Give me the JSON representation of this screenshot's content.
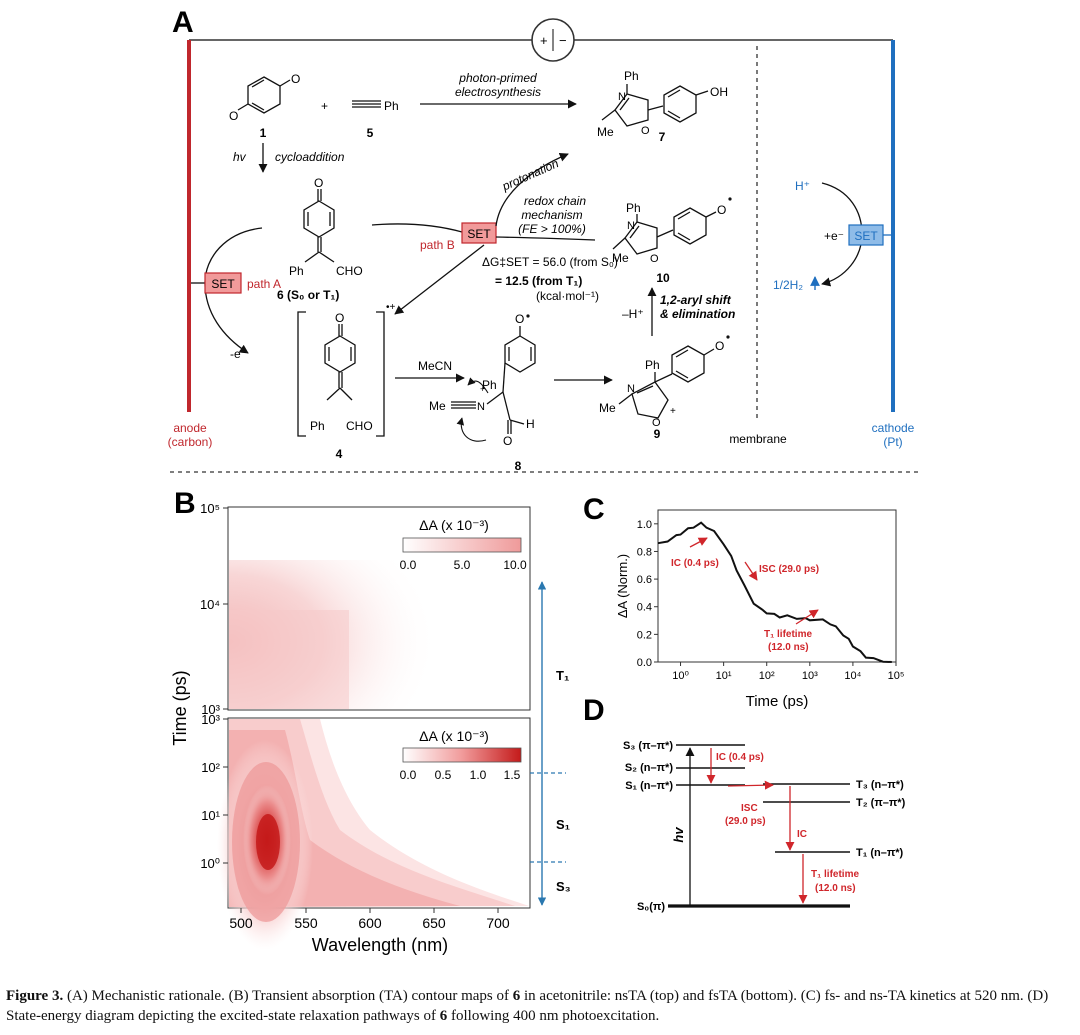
{
  "panel_a": {
    "label": "A",
    "electrode_left": [
      "anode",
      "(carbon)"
    ],
    "electrode_right": [
      "cathode",
      "(Pt)"
    ],
    "membrane": "membrane",
    "power_symbol": [
      "+",
      "−"
    ],
    "compounds": {
      "c1": "1",
      "c5": "5",
      "c6": "6 (S₀ or T₁)",
      "c4": "4",
      "c7": "7",
      "c8": "8",
      "c9": "9",
      "c10": "10",
      "ph": "Ph",
      "cho": "CHO",
      "me": "Me",
      "oh": "OH",
      "h": "H",
      "plus": "+"
    },
    "arrows": {
      "top_line1": "photon-primed",
      "top_line2": "electrosynthesis",
      "hv": "hv",
      "cycloaddition": "cycloaddition",
      "protonation": "protonation",
      "redox1": "redox chain",
      "redox2": "mechanism",
      "redox3": "(FE > 100%)",
      "path_a": "path A",
      "path_b": "path B",
      "set": "SET",
      "e_minus": "-e⁻",
      "dg1": "ΔG‡SET = 56.0 (from S₀)",
      "dg2": "= 12.5 (from T₁)",
      "dg3": "(kcal·mol⁻¹)",
      "mecn": "MeCN",
      "shift1": "1,2-aryl shift",
      "shift2": "& elimination",
      "hplus_loss": "–H⁺",
      "cathode_hplus": "H⁺",
      "cathode_e": "+e⁻",
      "cathode_h2": "1/2H₂"
    }
  },
  "panel_b": {
    "label": "B",
    "ylabel": "Time (ps)",
    "xlabel": "Wavelength (nm)",
    "x_ticks": [
      "500",
      "550",
      "600",
      "650",
      "700"
    ],
    "top_y_ticks": [
      "10³",
      "10⁴",
      "10⁵"
    ],
    "bottom_y_ticks": [
      "10⁰",
      "10¹",
      "10²",
      "10³"
    ],
    "top_colorbar": {
      "title": "ΔA (x 10⁻³)",
      "ticks": [
        "0.0",
        "5.0",
        "10.0"
      ]
    },
    "bottom_colorbar": {
      "title": "ΔA (x 10⁻³)",
      "ticks": [
        "0.0",
        "0.5",
        "1.0",
        "1.5"
      ]
    },
    "regions": [
      "T₁",
      "S₁",
      "S₃"
    ]
  },
  "panel_c": {
    "label": "C",
    "chart_data": {
      "type": "line",
      "xscale": "log",
      "xlabel": "Time (ps)",
      "ylabel": "ΔA (Norm.)",
      "xlim": [
        0.3,
        100000
      ],
      "ylim": [
        0.0,
        1.1
      ],
      "x_ticks": [
        "10⁰",
        "10¹",
        "10²",
        "10³",
        "10⁴",
        "10⁵"
      ],
      "y_ticks": [
        "0.0",
        "0.2",
        "0.4",
        "0.6",
        "0.8",
        "1.0"
      ],
      "series": [
        {
          "x": [
            0.3,
            0.5,
            0.8,
            1.0,
            1.5,
            2.0,
            3.0,
            4.0,
            6.0,
            10,
            15,
            20,
            30,
            50,
            80,
            100,
            150,
            200,
            300,
            500,
            800,
            1000,
            2000,
            3000,
            4000,
            6000,
            8000,
            10000,
            15000,
            20000,
            30000,
            50000,
            80000
          ],
          "y": [
            0.86,
            0.88,
            0.91,
            0.93,
            0.96,
            0.98,
            1.0,
            0.98,
            0.94,
            0.86,
            0.76,
            0.67,
            0.55,
            0.43,
            0.37,
            0.36,
            0.34,
            0.33,
            0.33,
            0.32,
            0.31,
            0.31,
            0.3,
            0.28,
            0.25,
            0.2,
            0.16,
            0.12,
            0.07,
            0.04,
            0.02,
            0.01,
            0.0
          ]
        }
      ],
      "annotations": [
        "IC (0.4 ps)",
        "ISC (29.0 ps)",
        "T₁ lifetime",
        "(12.0 ns)"
      ]
    }
  },
  "panel_d": {
    "label": "D",
    "levels": {
      "s3": "S₃ (π–π*)",
      "s2": "S₂ (n–π*)",
      "s1": "S₁ (n–π*)",
      "t3": "T₃ (n–π*)",
      "t2": "T₂ (π–π*)",
      "t1": "T₁ (n–π*)",
      "s0": "S₀(π)"
    },
    "transitions": {
      "hv": "hv",
      "ic1": "IC (0.4 ps)",
      "isc1": "ISC",
      "isc2": "(29.0 ps)",
      "ic2": "IC",
      "t1life1": "T₁ lifetime",
      "t1life2": "(12.0 ns)"
    }
  },
  "caption": {
    "label": "Figure 3.",
    "text1": " (A) Mechanistic rationale. (B) Transient absorption (TA) contour maps of ",
    "bold6a": "6",
    "text2": " in acetonitrile: nsTA (top) and fsTA (bottom). (C) fs- and ns-TA kinetics at 520 nm. (D) State-energy diagram depicting the excited-state relaxation pathways of ",
    "bold6b": "6",
    "text3": " following 400 nm photoexcitation."
  },
  "colors": {
    "anode": "#c0272d",
    "cathode": "#1f6fbf",
    "accent_red": "#d0262b",
    "set_box": "#f19a9a",
    "set_box_blue": "#8fbce8",
    "ta_blue": "#2a78b0"
  }
}
